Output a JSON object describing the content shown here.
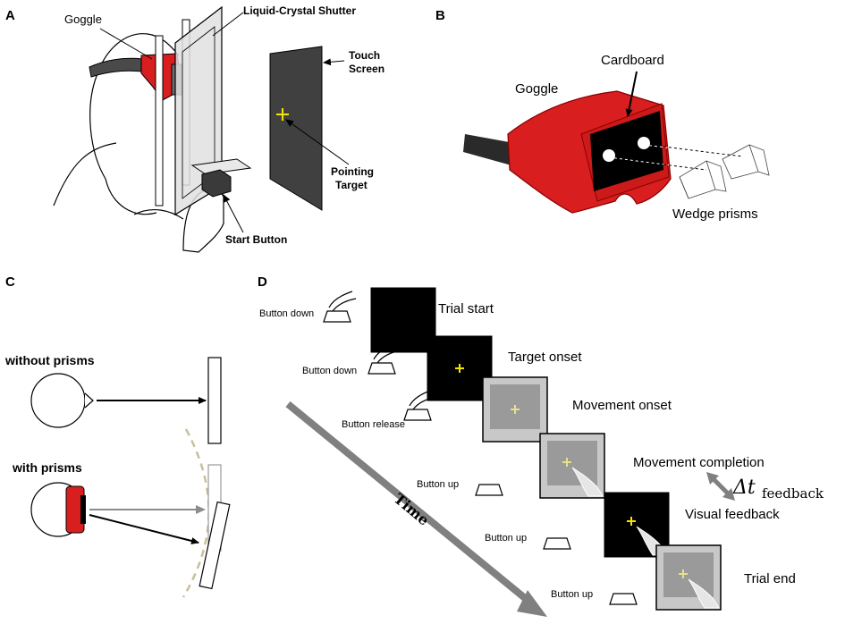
{
  "panel_labels": [
    "A",
    "B",
    "C",
    "D"
  ],
  "panel_a": {
    "goggle": "Goggle",
    "shutter": "Liquid-Crystal Shutter",
    "touch_screen_line1": "Touch",
    "touch_screen_line2": "Screen",
    "pointing_line1": "Pointing",
    "pointing_line2": "Target",
    "start_button": "Start Button"
  },
  "panel_b": {
    "cardboard": "Cardboard",
    "goggle": "Goggle",
    "wedge_prisms": "Wedge prisms"
  },
  "panel_c": {
    "without": "without prisms",
    "with": "with prisms"
  },
  "panel_d": {
    "time": "Time",
    "delta_symbol": "Δt",
    "delta_sub": "feedback",
    "steps": [
      {
        "label": "Trial start",
        "button": "Button down",
        "screen": "black",
        "cross": false,
        "hand": false
      },
      {
        "label": "Target onset",
        "button": "Button down",
        "screen": "black",
        "cross": true,
        "hand": false
      },
      {
        "label": "Movement onset",
        "button": "Button release",
        "screen": "gray",
        "cross": true,
        "hand": false
      },
      {
        "label": "Movement completion",
        "button": "Button up",
        "screen": "gray",
        "cross": true,
        "hand": true
      },
      {
        "label": "Visual feedback",
        "button": "Button up",
        "screen": "black",
        "cross": true,
        "hand": true
      },
      {
        "label": "Trial end",
        "button": "Button up",
        "screen": "gray",
        "cross": true,
        "hand": true
      }
    ]
  },
  "colors": {
    "goggle_red": "#d81e1e",
    "cross_yellow": "#f2e600",
    "screen_dark": "#404040",
    "arrow_gray": "#7f7f7f",
    "dashed_tan": "#c8c09a"
  }
}
